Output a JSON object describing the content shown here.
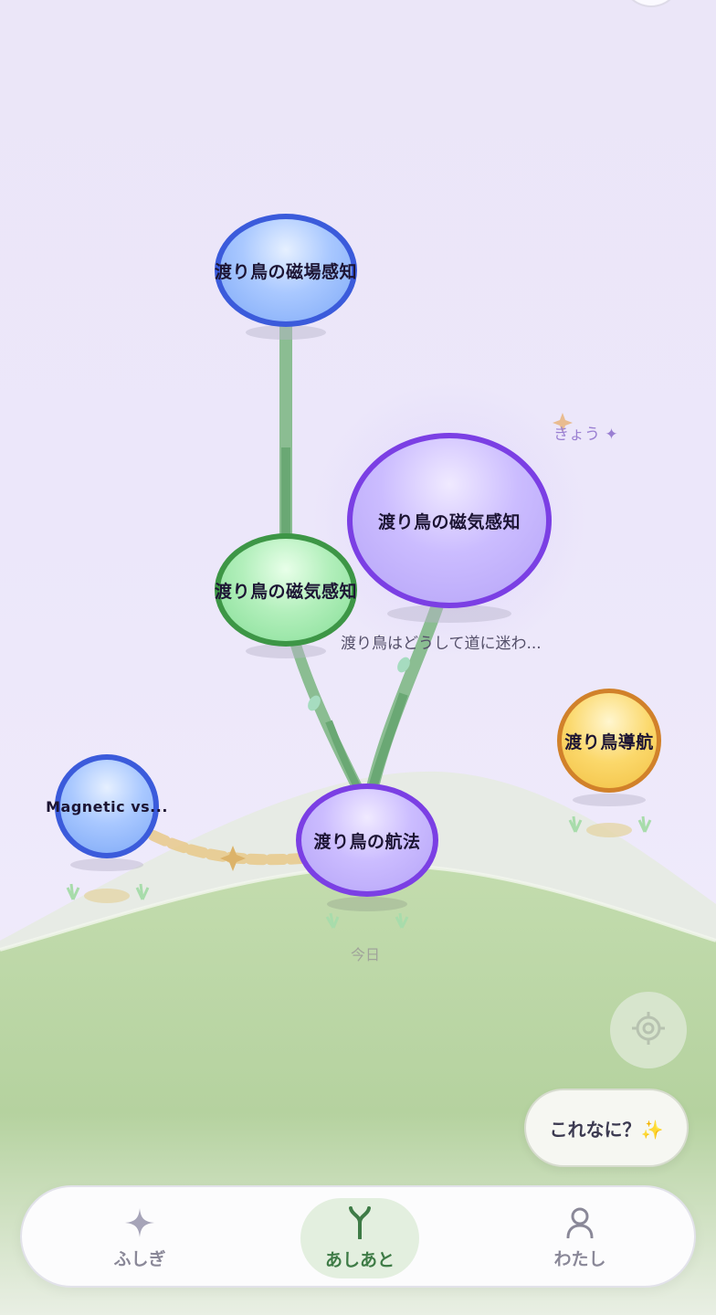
{
  "nodes": {
    "magnetic_field": {
      "label": "渡り鳥の磁場感知"
    },
    "magnetic_sense_green": {
      "label": "渡り鳥の磁気感知"
    },
    "magnetic_sense_purple": {
      "label": "渡り鳥の磁気感知",
      "caption": "渡り鳥はどうして道に迷わ..."
    },
    "navigation": {
      "label": "渡り鳥の航法"
    },
    "magnetic_vs": {
      "label": "Magnetic vs..."
    },
    "bird_navigation": {
      "label": "渡り鳥導航"
    }
  },
  "labels": {
    "today": "今日",
    "kyou": "きょう ✦"
  },
  "buttons": {
    "what_is_this": "これなに？✨",
    "locate_icon": "crosshair-icon"
  },
  "bottom_nav": {
    "items": [
      {
        "label": "ふしぎ",
        "icon": "sparkle-icon",
        "active": false
      },
      {
        "label": "あしあと",
        "icon": "branch-icon",
        "active": true
      },
      {
        "label": "わたし",
        "icon": "person-icon",
        "active": false
      }
    ]
  },
  "colors": {
    "active_nav": "#3e7b46",
    "stem": "#6aa874",
    "path": "#e6c27a"
  }
}
